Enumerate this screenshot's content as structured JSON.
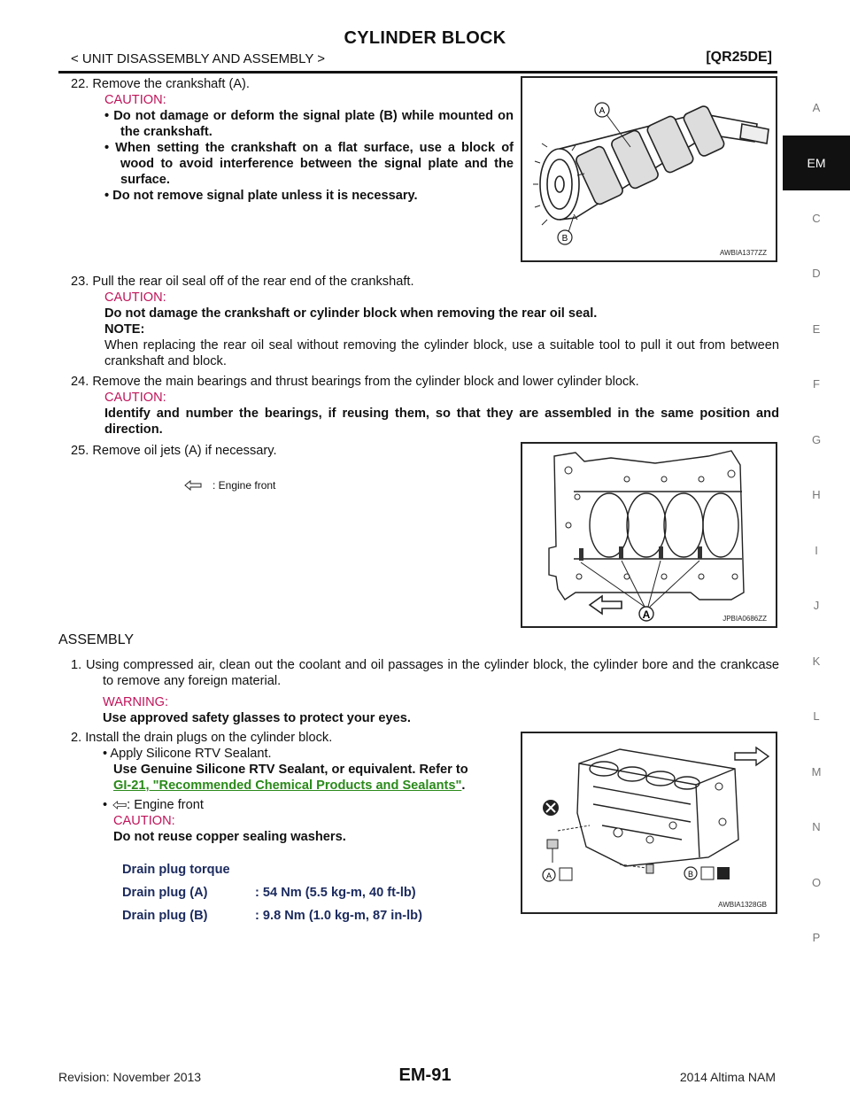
{
  "header": {
    "title": "CYLINDER BLOCK",
    "section": "< UNIT DISASSEMBLY AND ASSEMBLY >",
    "engine": "[QR25DE]"
  },
  "side_tabs": [
    "A",
    "EM",
    "C",
    "D",
    "E",
    "F",
    "G",
    "H",
    "I",
    "J",
    "K",
    "L",
    "M",
    "N",
    "O",
    "P"
  ],
  "active_tab": "EM",
  "step22": {
    "text": "22. Remove the crankshaft (A).",
    "caution_label": "CAUTION:",
    "bullets": [
      "• Do not damage or deform the signal plate (B) while mounted on the crankshaft.",
      "• When setting the crankshaft on a flat surface, use a block of wood to avoid interference between the signal plate and the surface.",
      "• Do not remove signal plate unless it is necessary."
    ]
  },
  "step23": {
    "text": "23. Pull the rear oil seal off of the rear end of the crankshaft.",
    "caution_label": "CAUTION:",
    "caution_text": "Do not damage the crankshaft or cylinder block when removing the rear oil seal.",
    "note_label": "NOTE:",
    "note_text": "When replacing the rear oil seal without removing the cylinder block, use a suitable tool to pull it out from between crankshaft and block."
  },
  "step24": {
    "text": "24. Remove the main bearings and thrust bearings from the cylinder block and lower cylinder block.",
    "caution_label": "CAUTION:",
    "caution_text": "Identify and number the bearings, if reusing them, so that they are assembled in the same position and direction."
  },
  "step25": {
    "text": "25. Remove oil jets (A) if necessary.",
    "legend": ": Engine front"
  },
  "assembly": {
    "heading": "ASSEMBLY",
    "step1_text": "1. Using compressed air, clean out the coolant and oil passages in the cylinder block, the cylinder bore and the crankcase to remove any foreign material.",
    "warning_label": "WARNING:",
    "warning_text": "Use approved safety glasses to protect your eyes.",
    "step2_text": "2. Install the drain plugs on the cylinder block.",
    "bullet1": "• Apply Silicone RTV Sealant.",
    "sealant_text": "Use Genuine Silicone RTV Sealant, or equivalent. Refer to",
    "sealant_link": "GI-21, \"Recommended Chemical Products and Sealants\"",
    "sealant_end": ".",
    "bullet2": ": Engine front",
    "caution_label": "CAUTION:",
    "caution_text": "Do not reuse copper sealing washers.",
    "torque_title": "Drain plug torque",
    "torque_rows": [
      {
        "label": "Drain plug (A)",
        "value": ": 54 Nm (5.5 kg-m, 40 ft-lb)"
      },
      {
        "label": "Drain plug (B)",
        "value": ": 9.8 Nm (1.0 kg-m, 87 in-lb)"
      }
    ]
  },
  "figures": {
    "fig1_code": "AWBIA1377ZZ",
    "fig1_labels": [
      "A",
      "B"
    ],
    "fig2_code": "JPBIA0686ZZ",
    "fig2_label": "A",
    "fig3_code": "AWBIA1328GB",
    "fig3_labels": [
      "A",
      "B"
    ]
  },
  "footer": {
    "revision": "Revision: November 2013",
    "page": "EM-91",
    "model": "2014 Altima NAM"
  }
}
